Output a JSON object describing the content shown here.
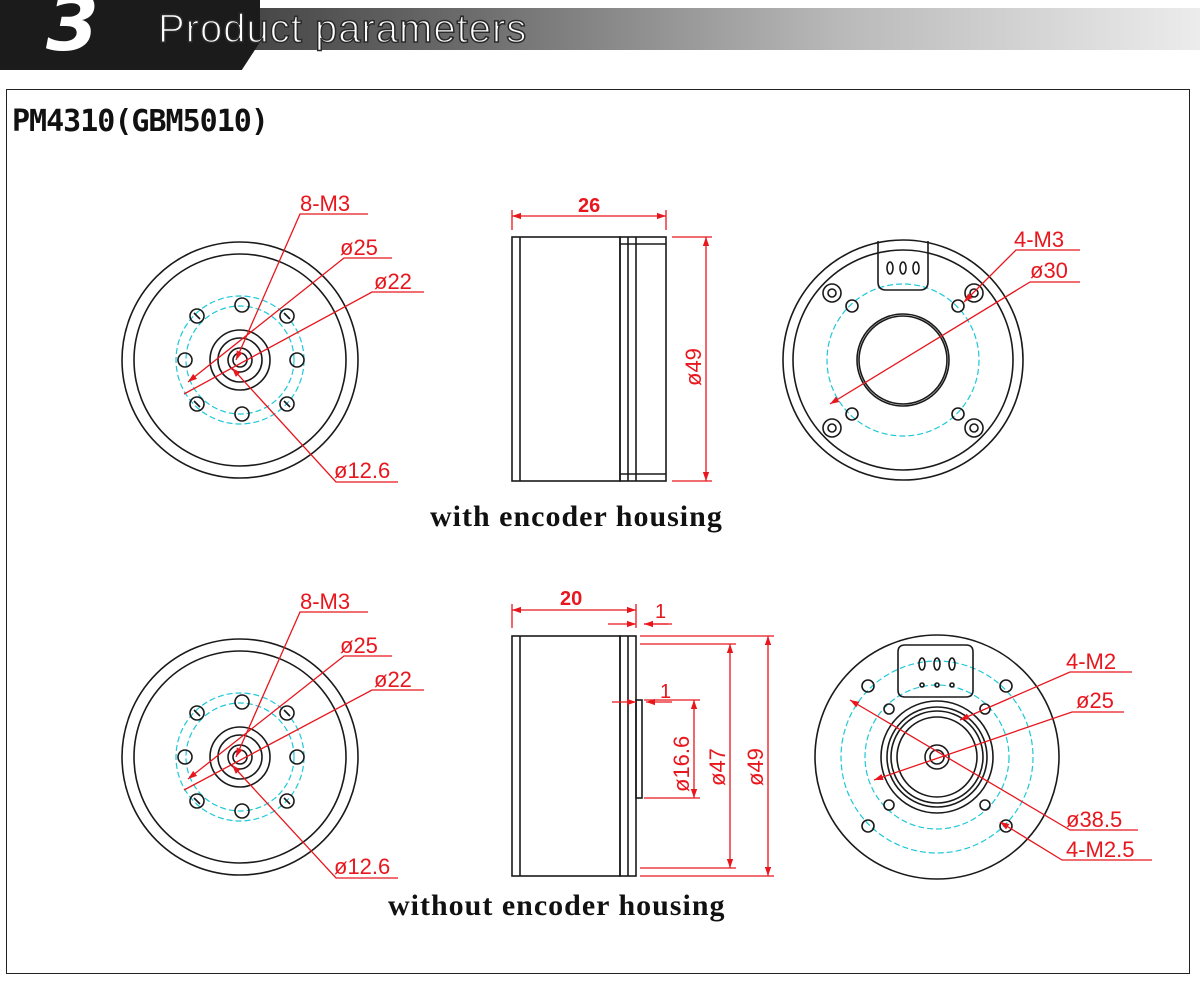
{
  "header": {
    "section_number": "3",
    "section_title": "Product parameters"
  },
  "model": "PM4310(GBM5010)",
  "with_encoder": {
    "caption": "with encoder housing",
    "front": {
      "holes": "8-M3",
      "d_outer": "ø25",
      "d_inner": "ø22",
      "d_shaft": "ø12.6"
    },
    "side": {
      "length": "26",
      "diameter": "ø49"
    },
    "back": {
      "holes": "4-M3",
      "d_bolt": "ø30"
    }
  },
  "without_encoder": {
    "caption": "without encoder housing",
    "front": {
      "holes": "8-M3",
      "d_outer": "ø25",
      "d_inner": "ø22",
      "d_shaft": "ø12.6"
    },
    "side": {
      "length": "20",
      "step1": "1",
      "step2": "1",
      "d_boss": "ø16.6",
      "d_mid": "ø47",
      "d_outer": "ø49"
    },
    "back": {
      "holes_top": "4-M2",
      "d_inner": "ø25",
      "d_outer": "ø38.5",
      "holes_bottom": "4-M2.5"
    }
  },
  "colors": {
    "dimension": "#e8161d",
    "centerline": "#1ec8d8",
    "outline": "#1a1a1a"
  }
}
